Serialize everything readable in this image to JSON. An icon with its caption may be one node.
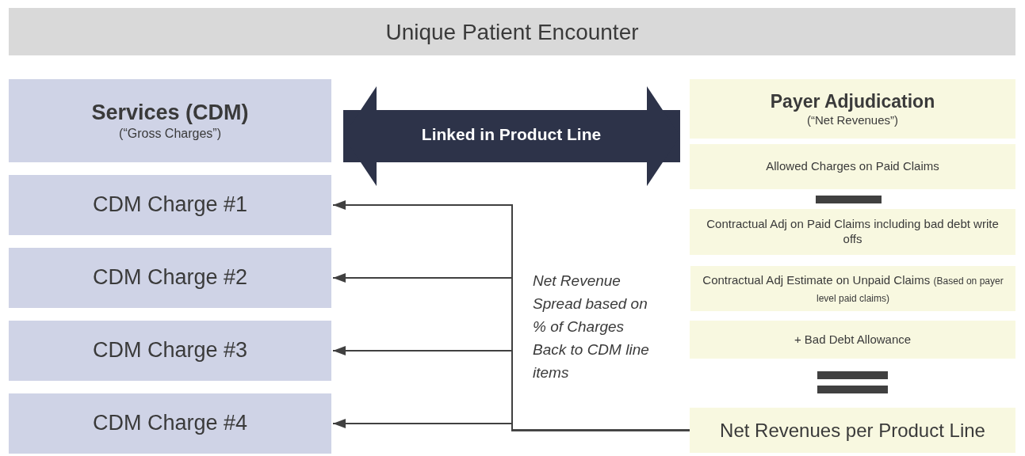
{
  "diagram": {
    "nodes": [
      {
        "text": [
          "Unique Patient Encounter"
        ]
      },
      {
        "text": [
          "Services (CDM)",
          "(“Gross Charges”)"
        ]
      },
      {
        "text": [
          "Payer Adjudication",
          "(“Net Revenues”)"
        ]
      },
      {
        "text": [
          "Allowed Charges on Paid Claims"
        ]
      },
      {
        "text": [
          "Contractual Adj on Paid Claims including bad debt write offs"
        ]
      },
      {
        "text": [
          "Contractual Adj Estimate on Unpaid Claims",
          "(Based on payer level paid claims)"
        ]
      },
      {
        "text": [
          "+ Bad Debt Allowance"
        ]
      },
      {
        "text": [
          "CDM Charge #1"
        ]
      },
      {
        "text": [
          "CDM Charge #2"
        ]
      },
      {
        "text": [
          "CDM Charge #3"
        ]
      },
      {
        "text": [
          "CDM Charge #4"
        ]
      },
      {
        "text": [
          "Net Revenues per Product Line"
        ]
      }
    ],
    "edges": [
      {
        "from": 1,
        "to": 2,
        "arrow": "both",
        "label": "Linked in Product Line",
        "style": "thick"
      },
      {
        "from": 11,
        "to": 7,
        "arrow": "to"
      },
      {
        "from": 11,
        "to": 8,
        "arrow": "to"
      },
      {
        "from": 11,
        "to": 9,
        "arrow": "to"
      },
      {
        "from": 11,
        "to": 10,
        "arrow": "to"
      }
    ],
    "labels": [
      "Net Revenue Spread based on % of Charges Back to CDM line items"
    ]
  }
}
